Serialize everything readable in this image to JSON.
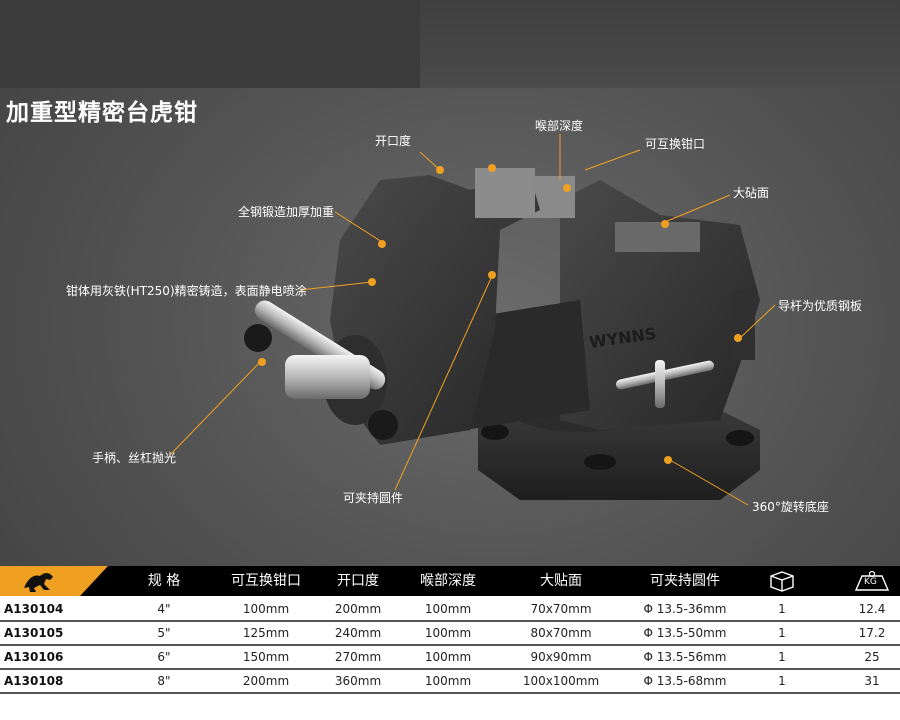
{
  "title": "加重型精密台虎钳",
  "brand_logo": "WYNNS",
  "callouts": {
    "opening": "开口度",
    "throat": "喉部深度",
    "jaw": "可互换钳口",
    "anvil": "大砧面",
    "forged": "全钢锻造加厚加重",
    "body": "钳体用灰铁(HT250)精密铸造，表面静电喷涂",
    "guide": "导杆为优质钢板",
    "handle": "手柄、丝杠抛光",
    "pipe": "可夹持圆件",
    "base": "360°旋转底座"
  },
  "accent_color": "#f0a020",
  "table": {
    "brand_icon": "lion-icon",
    "headers": [
      "规 格",
      "可互换钳口",
      "开口度",
      "喉部深度",
      "大贴面",
      "可夹持圆件"
    ],
    "header_icons": [
      "box-icon",
      "weight-kg-icon"
    ],
    "weight_label": "KG",
    "rows": [
      {
        "model": "A130104",
        "size": "4\"",
        "jaw": "100mm",
        "opening": "200mm",
        "throat": "100mm",
        "anvil": "70x70mm",
        "pipe": "Φ 13.5-36mm",
        "qty": "1",
        "weight": "12.4"
      },
      {
        "model": "A130105",
        "size": "5\"",
        "jaw": "125mm",
        "opening": "240mm",
        "throat": "100mm",
        "anvil": "80x70mm",
        "pipe": "Φ 13.5-50mm",
        "qty": "1",
        "weight": "17.2"
      },
      {
        "model": "A130106",
        "size": "6\"",
        "jaw": "150mm",
        "opening": "270mm",
        "throat": "100mm",
        "anvil": "90x90mm",
        "pipe": "Φ 13.5-56mm",
        "qty": "1",
        "weight": "25"
      },
      {
        "model": "A130108",
        "size": "8\"",
        "jaw": "200mm",
        "opening": "360mm",
        "throat": "100mm",
        "anvil": "100x100mm",
        "pipe": "Φ 13.5-68mm",
        "qty": "1",
        "weight": "31"
      }
    ]
  }
}
